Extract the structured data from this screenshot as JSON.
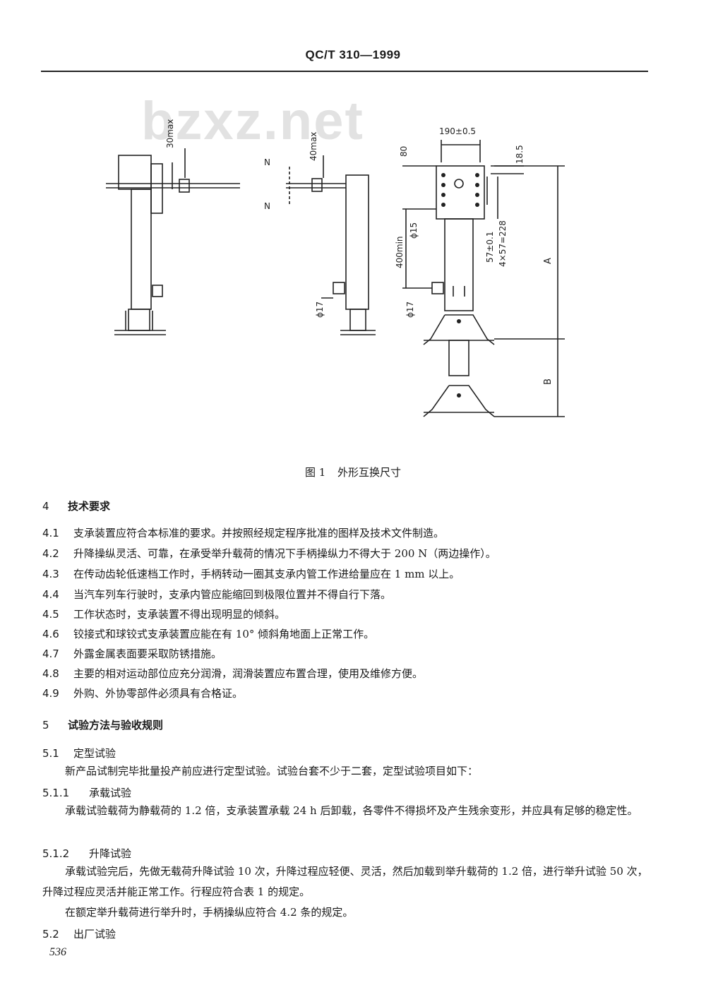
{
  "header": {
    "standard_no": "QC/T 310—1999"
  },
  "watermark": "bzxz.net",
  "figure": {
    "dims": {
      "d30max": "30max",
      "d40max": "40max",
      "n_top": "N",
      "n_bottom": "N",
      "phi17_a": "ϕ17",
      "d190": "190±0.5",
      "d80": "80",
      "d18_5": "18.5",
      "phi15": "ϕ15",
      "d400min": "400min",
      "d57": "57±0.1",
      "d228": "4×57=228",
      "phi17_b": "ϕ17",
      "label_a": "A",
      "label_b": "B"
    },
    "caption_label": "图 1",
    "caption_title": "外形互换尺寸"
  },
  "section4": {
    "num": "4",
    "title": "技术要求",
    "items": [
      {
        "num": "4.1",
        "text": "支承装置应符合本标准的要求。并按照经规定程序批准的图样及技术文件制造。"
      },
      {
        "num": "4.2",
        "text": "升降操纵灵活、可靠，在承受举升载荷的情况下手柄操纵力不得大于 200 N（两边操作）。"
      },
      {
        "num": "4.3",
        "text": "在传动齿轮低速档工作时，手柄转动一圈其支承内管工作进给量应在 1 mm 以上。"
      },
      {
        "num": "4.4",
        "text": "当汽车列车行驶时，支承内管应能缩回到极限位置并不得自行下落。"
      },
      {
        "num": "4.5",
        "text": "工作状态时，支承装置不得出现明显的倾斜。"
      },
      {
        "num": "4.6",
        "text": "铰接式和球铰式支承装置应能在有 10° 倾斜角地面上正常工作。"
      },
      {
        "num": "4.7",
        "text": "外露金属表面要采取防锈措施。"
      },
      {
        "num": "4.8",
        "text": "主要的相对运动部位应充分润滑，润滑装置应布置合理，使用及维修方便。"
      },
      {
        "num": "4.9",
        "text": "外购、外协零部件必须具有合格证。"
      }
    ]
  },
  "section5": {
    "num": "5",
    "title": "试验方法与验收规则",
    "s51": {
      "num": "5.1",
      "title": "定型试验",
      "text": "新产品试制完毕批量投产前应进行定型试验。试验台套不少于二套，定型试验项目如下："
    },
    "s511": {
      "num": "5.1.1",
      "title": "承载试验",
      "text": "承载试验载荷为静载荷的 1.2 倍，支承装置承载 24 h 后卸载，各零件不得损坏及产生残余变形，并应具有足够的稳定性。"
    },
    "s512": {
      "num": "5.1.2",
      "title": "升降试验",
      "text1": "承载试验完后，先做无载荷升降试验 10 次，升降过程应轻便、灵活，然后加载到举升载荷的 1.2 倍，进行举升试验 50 次，升降过程应灵活并能正常工作。行程应符合表 1 的规定。",
      "text2": "在额定举升载荷进行举升时，手柄操纵应符合 4.2 条的规定。"
    },
    "s52": {
      "num": "5.2",
      "title": "出厂试验"
    }
  },
  "footer": {
    "page_number": "536"
  }
}
